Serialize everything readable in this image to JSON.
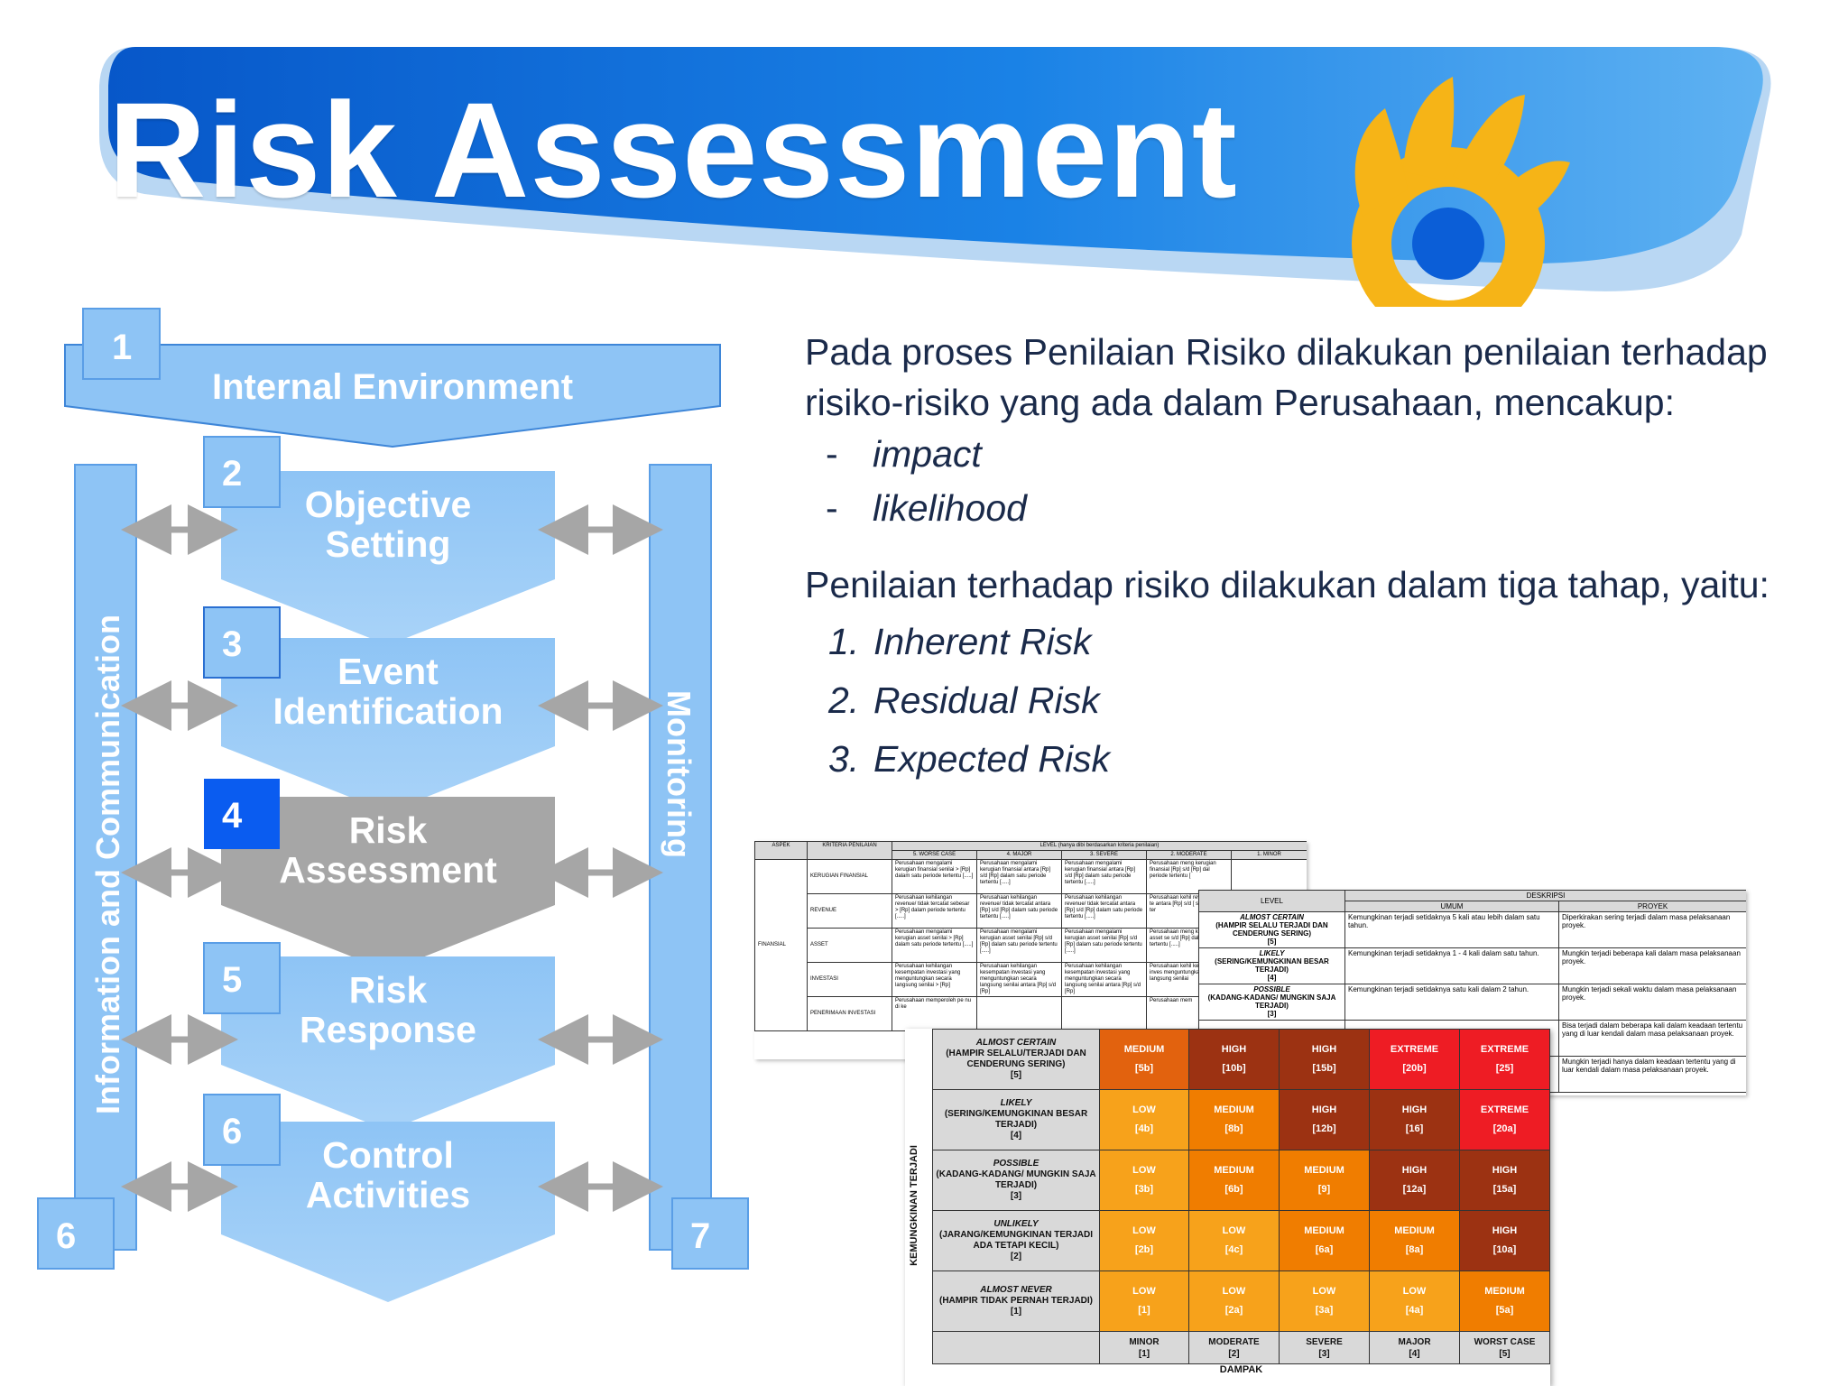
{
  "slide": {
    "title": "Risk Assessment",
    "colors": {
      "banner": "#0a64d8",
      "banner_light": "#b9d7f3",
      "box": "#8ec4f5",
      "box_dark": "#3e86d8",
      "active": "#0a5cf0",
      "gray": "#a6a6a6",
      "logo_yellow": "#f6b417"
    }
  },
  "erm": {
    "internal": {
      "num": "1",
      "label": "Internal Environment"
    },
    "steps": [
      {
        "num": "2",
        "line1": "Objective",
        "line2": "Setting"
      },
      {
        "num": "3",
        "line1": "Event",
        "line2": "Identification"
      },
      {
        "num": "4",
        "line1": "Risk",
        "line2": "Assessment"
      },
      {
        "num": "5",
        "line1": "Risk",
        "line2": "Response"
      },
      {
        "num": "6",
        "line1": "Control",
        "line2": "Activities"
      }
    ],
    "left_bar": {
      "label": "Information and Communication",
      "num": "6"
    },
    "right_bar": {
      "label": "Monitoring",
      "num": "7"
    }
  },
  "content": {
    "intro": "Pada proses Penilaian Risiko dilakukan penilaian terhadap risiko-risiko yang ada dalam Perusahaan, mencakup:",
    "bullets": [
      "impact",
      "likelihood"
    ],
    "stages_intro": "Penilaian terhadap risiko dilakukan dalam tiga tahap, yaitu:",
    "stages": [
      {
        "num": "1.",
        "label": "Inherent Risk"
      },
      {
        "num": "2.",
        "label": "Residual Risk"
      },
      {
        "num": "3.",
        "label": "Expected Risk"
      }
    ]
  },
  "impact_table": {
    "col_aspek": "ASPEK",
    "col_kriteria": "KRITERIA PENILAIAN",
    "level_header": "LEVEL (hanya dibi berdasarkan kriteria penilaian)",
    "levels": [
      "5. WORSE CASE",
      "4. MAJOR",
      "3. SEVERE",
      "2. MODERATE",
      "1. MINOR"
    ],
    "aspek": "FINANSIAL",
    "rows": [
      "KERUGIAN FINANSIAL",
      "REVENUE",
      "ASSET",
      "INVESTASI",
      "PENERIMAAN INVESTASI"
    ],
    "cells": [
      [
        "Perusahaan mengalami kerugian finansial senilai > [Rp] dalam satu periode tertentu [.....]",
        "Perusahaan mengalami kerugian finansial antara [Rp] s/d [Rp] dalam satu periode tertentu [.....]",
        "Perusahaan mengalami kerugian finansial antara [Rp] s/d [Rp] dalam satu periode tertentu [.....]",
        "Perusahaan meng kerugian finansial [Rp] s/d [Rp] dal periode tertentu [",
        ""
      ],
      [
        "Perusahaan kehilangan revenue/ tidak tercatat sebesar > [Rp] dalam periode tertentu [.....]",
        "Perusahaan kehilangan revenue/ tidak tercatat antara [Rp] s/d [Rp] dalam satu periode tertentu [.....]",
        "Perusahaan kehilangan revenue/ tidak tercatat antara [Rp] s/d [Rp] dalam satu periode tertentu [.....]",
        "Perusahaan kehil revenue/ tidak te antara [Rp] s/d [ satu periode ter",
        ""
      ],
      [
        "Perusahaan mengalami kerugian asset senilai > [Rp] dalam satu periode tertentu [.....]",
        "Perusahaan mengalami kerugian asset senilai [Rp] s/d [Rp] dalam satu periode tertentu [.....]",
        "Perusahaan mengalami kerugian asset senilai [Rp] s/d [Rp] dalam satu periode tertentu [.....]",
        "Perusahaan meng kerugian asset se s/d [Rp] dalam sa tertentu [.....]",
        ""
      ],
      [
        "Perusahaan kehilangan kesempatan investasi yang menguntungkan secara langsung senilai > [Rp]",
        "Perusahaan kehilangan kesempatan investasi yang menguntungkan secara langsung senilai antara [Rp] s/d [Rp]",
        "Perusahaan kehilangan kesempatan investasi yang menguntungkan secara langsung senilai antara [Rp] s/d [Rp]",
        "Perusahaan kehil kesempatan inves menguntungkan s langsung senilai",
        ""
      ],
      [
        "Perusahaan memperoleh pe nu di ke",
        "",
        "",
        "Perusahaan mem",
        ""
      ]
    ]
  },
  "likelihood_table": {
    "level_header": "LEVEL",
    "deskripsi": "DESKRIPSI",
    "umum": "UMUM",
    "proyek": "PROYEK",
    "rows": [
      {
        "name": "ALMOST CERTAIN",
        "sub": "(HAMPIR SELALU TERJADI DAN CENDERUNG SERING)",
        "score": "[5]",
        "umum": "Kemungkinan terjadi setidaknya 5 kali atau lebih dalam satu tahun.",
        "proyek": "Diperkirakan sering terjadi dalam masa pelaksanaan proyek."
      },
      {
        "name": "LIKELY",
        "sub": "(SERING/KEMUNGKINAN BESAR TERJADI)",
        "score": "[4]",
        "umum": "Kemungkinan terjadi setidaknya 1 - 4 kali dalam satu tahun.",
        "proyek": "Mungkin terjadi beberapa kali dalam masa pelaksanaan proyek."
      },
      {
        "name": "POSSIBLE",
        "sub": "(KADANG-KADANG/ MUNGKIN SAJA TERJADI)",
        "score": "[3]",
        "umum": "Kemungkinan terjadi setidaknya satu kali dalam 2 tahun.",
        "proyek": "Mungkin terjadi sekali waktu dalam masa pelaksanaan proyek."
      },
      {
        "name": "",
        "sub": "",
        "score": "",
        "umum": "",
        "proyek": "Bisa terjadi dalam beberapa kali dalam keadaan tertentu yang di luar kendali dalam masa pelaksanaan proyek."
      },
      {
        "name": "",
        "sub": "",
        "score": "",
        "umum": "",
        "proyek": "Mungkin terjadi hanya dalam keadaan tertentu yang di luar kendali dalam masa pelaksanaan proyek."
      }
    ]
  },
  "risk_matrix": {
    "y_axis_label": "KEMUNGKINAN TERJADI",
    "x_axis_label": "DAMPAK",
    "colors": {
      "MEDIUM": "#f07d00",
      "HIGH": "#9c3212",
      "EXTREME": "#ee1c24",
      "LOW": "#f7a21b",
      "MEDIUM_ALT": "#e2620e"
    },
    "rows": [
      {
        "name": "ALMOST CERTAIN",
        "sub": "(HAMPIR SELALU/TERJADI DAN CENDERUNG SERING)",
        "score": "[5]",
        "cells": [
          {
            "level": "MEDIUM",
            "code": "[5b]"
          },
          {
            "level": "HIGH",
            "code": "[10b]"
          },
          {
            "level": "HIGH",
            "code": "[15b]"
          },
          {
            "level": "EXTREME",
            "code": "[20b]"
          },
          {
            "level": "EXTREME",
            "code": "[25]"
          }
        ]
      },
      {
        "name": "LIKELY",
        "sub": "(SERING/KEMUNGKINAN BESAR TERJADI)",
        "score": "[4]",
        "cells": [
          {
            "level": "LOW",
            "code": "[4b]"
          },
          {
            "level": "MEDIUM",
            "code": "[8b]"
          },
          {
            "level": "HIGH",
            "code": "[12b]"
          },
          {
            "level": "HIGH",
            "code": "[16]"
          },
          {
            "level": "EXTREME",
            "code": "[20a]"
          }
        ]
      },
      {
        "name": "POSSIBLE",
        "sub": "(KADANG-KADANG/ MUNGKIN SAJA TERJADI)",
        "score": "[3]",
        "cells": [
          {
            "level": "LOW",
            "code": "[3b]"
          },
          {
            "level": "MEDIUM",
            "code": "[6b]"
          },
          {
            "level": "MEDIUM",
            "code": "[9]"
          },
          {
            "level": "HIGH",
            "code": "[12a]"
          },
          {
            "level": "HIGH",
            "code": "[15a]"
          }
        ]
      },
      {
        "name": "UNLIKELY",
        "sub": "(JARANG/KEMUNGKINAN TERJADI ADA TETAPI KECIL)",
        "score": "[2]",
        "cells": [
          {
            "level": "LOW",
            "code": "[2b]"
          },
          {
            "level": "LOW",
            "code": "[4c]"
          },
          {
            "level": "MEDIUM",
            "code": "[6a]"
          },
          {
            "level": "MEDIUM",
            "code": "[8a]"
          },
          {
            "level": "HIGH",
            "code": "[10a]"
          }
        ]
      },
      {
        "name": "ALMOST NEVER",
        "sub": "(HAMPIR TIDAK PERNAH TERJADI)",
        "score": "[1]",
        "cells": [
          {
            "level": "LOW",
            "code": "[1]"
          },
          {
            "level": "LOW",
            "code": "[2a]"
          },
          {
            "level": "LOW",
            "code": "[3a]"
          },
          {
            "level": "LOW",
            "code": "[4a]"
          },
          {
            "level": "MEDIUM",
            "code": "[5a]"
          }
        ]
      }
    ],
    "columns": [
      {
        "name": "MINOR",
        "score": "[1]"
      },
      {
        "name": "MODERATE",
        "score": "[2]"
      },
      {
        "name": "SEVERE",
        "score": "[3]"
      },
      {
        "name": "MAJOR",
        "score": "[4]"
      },
      {
        "name": "WORST CASE",
        "score": "[5]"
      }
    ]
  }
}
